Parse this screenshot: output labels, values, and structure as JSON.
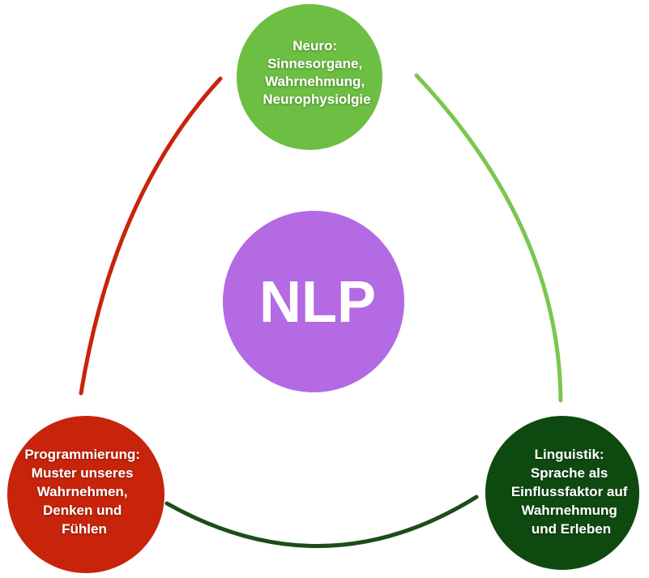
{
  "center": {
    "label": "NLP",
    "color": "#b36ae2"
  },
  "nodes": [
    {
      "id": "neuro",
      "lines": [
        "Neuro:",
        "Sinnesorgane,",
        "Wahrnehmung,",
        "Neurophysiolgie"
      ],
      "color": "#6dbf43"
    },
    {
      "id": "programmierung",
      "lines": [
        "Programmierung:",
        "Muster unseres",
        "Wahrnehmen,",
        "Denken und",
        "Fühlen"
      ],
      "color": "#c8240b"
    },
    {
      "id": "linguistik",
      "lines": [
        "Linguistik:",
        "Sprache als",
        "Einflussfaktor auf",
        "Wahrnehmung",
        "und Erleben"
      ],
      "color": "#0e4a10"
    }
  ],
  "connectors": [
    {
      "id": "neuro-to-linguistik",
      "color": "#7ac74f"
    },
    {
      "id": "programmierung-to-neuro",
      "color": "#c8240b"
    },
    {
      "id": "programmierung-to-linguistik",
      "color": "#1c4d1a"
    }
  ]
}
